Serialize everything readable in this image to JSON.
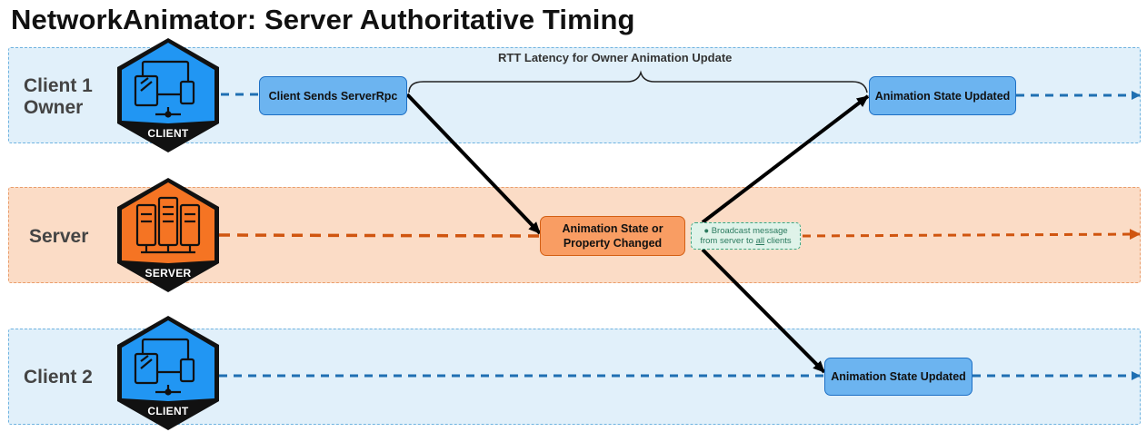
{
  "title": "NetworkAnimator: Server Authoritative Timing",
  "lanes": {
    "client1": {
      "label_line1": "Client 1",
      "label_line2": "Owner",
      "badge": "CLIENT",
      "icon": "client-devices-icon"
    },
    "server": {
      "label": "Server",
      "badge": "SERVER",
      "icon": "server-rack-icon"
    },
    "client2": {
      "label": "Client 2",
      "badge": "CLIENT",
      "icon": "client-devices-icon"
    }
  },
  "nodes": {
    "client_sends": "Client Sends ServerRpc",
    "anim_changed_line1": "Animation State or",
    "anim_changed_line2": "Property Changed",
    "owner_updated": "Animation State Updated",
    "client2_updated": "Animation State Updated"
  },
  "latency_label": "RTT Latency for Owner Animation Update",
  "broadcast_note": {
    "icon": "lightbulb-icon",
    "line1": "Broadcast message",
    "line2_prefix": "from server to ",
    "line2_underlined": "all",
    "line2_suffix": " clients"
  },
  "colors": {
    "client_lane": "#e1f0fa",
    "server_lane": "#fbdcc6",
    "client_badge": "#2196f3",
    "server_badge": "#f57423",
    "client_line": "#1f6fb2",
    "server_line": "#d0550f"
  }
}
